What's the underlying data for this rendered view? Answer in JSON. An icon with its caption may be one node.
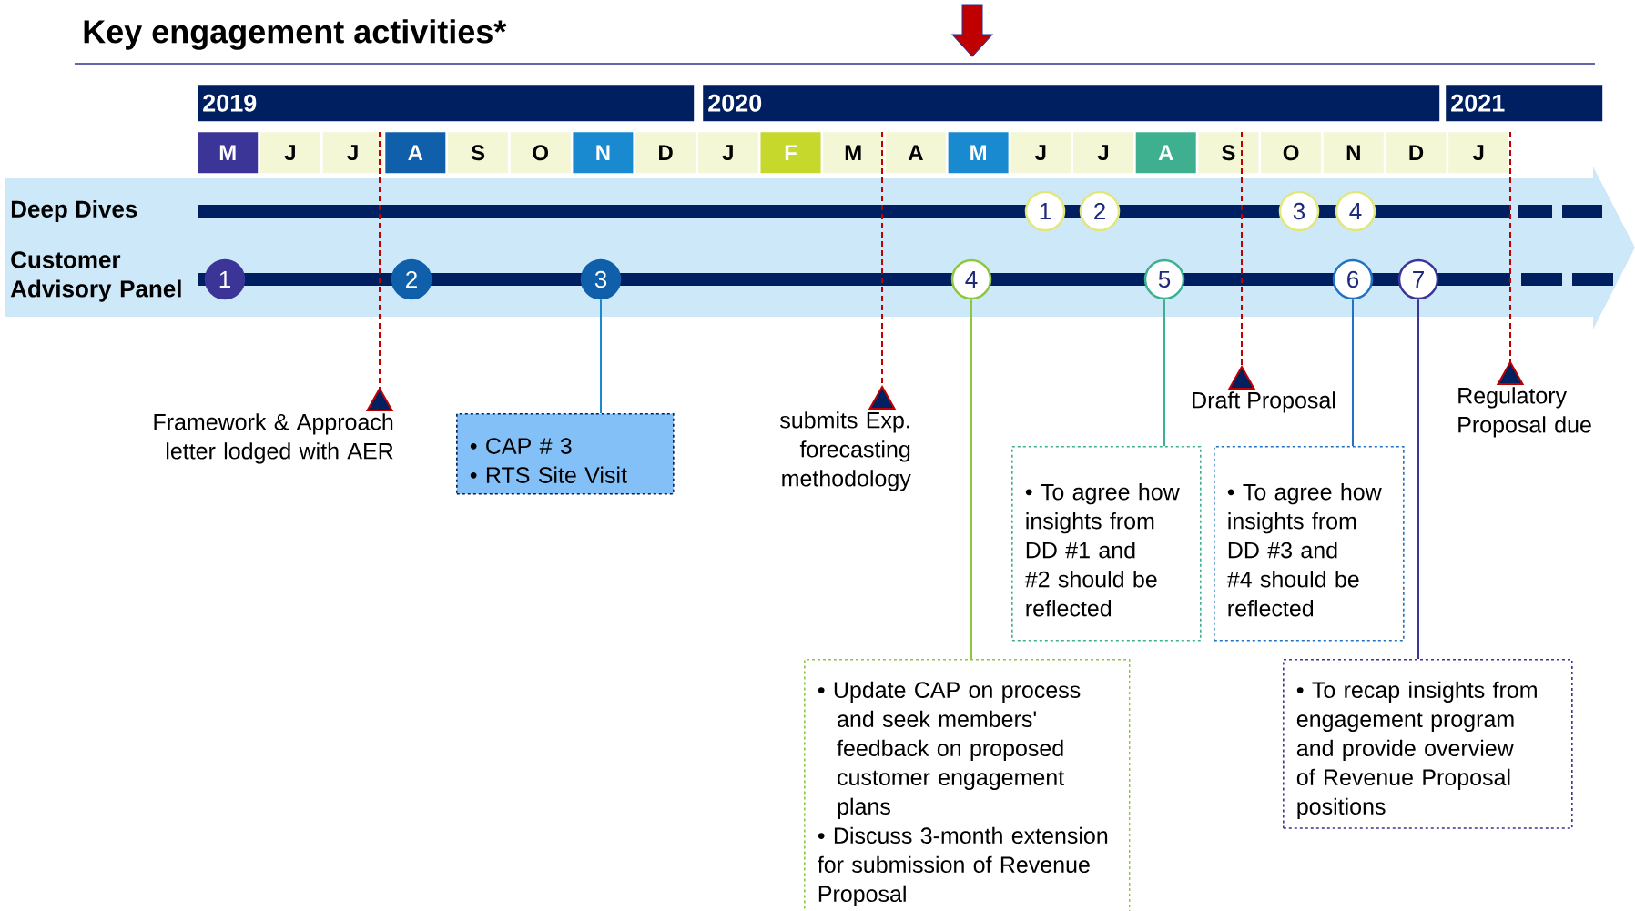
{
  "diagram": {
    "title": "Key engagement activities*",
    "nodes": [
      {
        "text": [
          "2019"
        ]
      },
      {
        "text": [
          "2020"
        ]
      },
      {
        "text": [
          "2021"
        ]
      },
      {
        "text": [
          "M"
        ]
      },
      {
        "text": [
          "J"
        ]
      },
      {
        "text": [
          "J"
        ]
      },
      {
        "text": [
          "A"
        ]
      },
      {
        "text": [
          "S"
        ]
      },
      {
        "text": [
          "O"
        ]
      },
      {
        "text": [
          "N"
        ]
      },
      {
        "text": [
          "D"
        ]
      },
      {
        "text": [
          "J"
        ]
      },
      {
        "text": [
          "F"
        ]
      },
      {
        "text": [
          "M"
        ]
      },
      {
        "text": [
          "A"
        ]
      },
      {
        "text": [
          "M"
        ]
      },
      {
        "text": [
          "J"
        ]
      },
      {
        "text": [
          "J"
        ]
      },
      {
        "text": [
          "A"
        ]
      },
      {
        "text": [
          "S"
        ]
      },
      {
        "text": [
          "O"
        ]
      },
      {
        "text": [
          "N"
        ]
      },
      {
        "text": [
          "D"
        ]
      },
      {
        "text": [
          "J"
        ]
      },
      {
        "text": [
          "1"
        ]
      },
      {
        "text": [
          "2"
        ]
      },
      {
        "text": [
          "3"
        ]
      },
      {
        "text": [
          "4"
        ]
      },
      {
        "text": [
          "1"
        ]
      },
      {
        "text": [
          "2"
        ]
      },
      {
        "text": [
          "3"
        ]
      },
      {
        "text": [
          "4"
        ]
      },
      {
        "text": [
          "5"
        ]
      },
      {
        "text": [
          "6"
        ]
      },
      {
        "text": [
          "7"
        ]
      },
      {
        "text": [
          "• CAP # 3",
          "• RTS Site Visit"
        ]
      },
      {
        "text": [
          "• Update CAP on process and seek members' feedback on proposed customer engagement plans",
          "• Discuss 3-month extension for submission of Revenue Proposal"
        ]
      },
      {
        "text": [
          "• To agree how insights from DD #1 and #2 should be reflected"
        ]
      },
      {
        "text": [
          "• To agree how insights from DD #3 and #4 should be reflected"
        ]
      },
      {
        "text": [
          "• To recap insights from engagement program and provide overview of Revenue Proposal positions"
        ]
      },
      {
        "text": [
          "Framework & Approach letter lodged with AER"
        ]
      },
      {
        "text": [
          "submits Exp. forecasting methodology"
        ]
      },
      {
        "text": [
          "Draft Proposal"
        ]
      },
      {
        "text": [
          "Regulatory Proposal due"
        ]
      }
    ],
    "edges": [
      {
        "from": 5,
        "to": 40,
        "arrow": "other",
        "style": "dashed",
        "color": "#c00000"
      },
      {
        "from": 13,
        "to": 41,
        "arrow": "other",
        "style": "dashed",
        "color": "#c00000"
      },
      {
        "from": 19,
        "to": 42,
        "arrow": "other",
        "style": "dashed",
        "color": "#c00000"
      },
      {
        "from": 23,
        "to": 43,
        "arrow": "other",
        "style": "dashed",
        "color": "#c00000"
      },
      {
        "from": 30,
        "to": 35,
        "arrow": "none",
        "color": "#1a8ad0"
      },
      {
        "from": 31,
        "to": 36,
        "arrow": "none",
        "color": "#8dc63f"
      },
      {
        "from": 32,
        "to": 37,
        "arrow": "none",
        "color": "#3fb08f"
      },
      {
        "from": 33,
        "to": 38,
        "arrow": "none",
        "color": "#1f72c4"
      },
      {
        "from": 34,
        "to": 39,
        "arrow": "none",
        "color": "#3a3596"
      }
    ],
    "labels": [
      "Deep Dives",
      "Customer Advisory Panel"
    ]
  }
}
